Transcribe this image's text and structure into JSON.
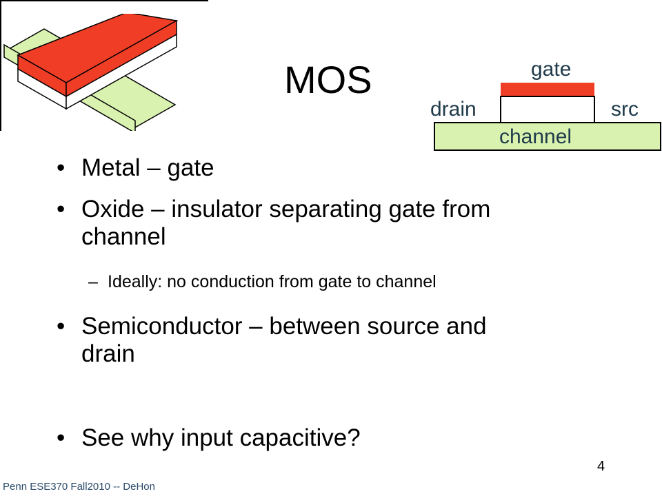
{
  "slide": {
    "title": "MOS",
    "bullets": [
      "Metal – gate",
      "Oxide – insulator separating gate from channel",
      "Semiconductor – between source and drain",
      "See why input capacitive?"
    ],
    "bullet_lines": {
      "b2_line1": "Oxide – insulator separating gate from",
      "b2_line2": "channel",
      "b3_line1": "Semiconductor – between source and",
      "b3_line2": "drain"
    },
    "sub_bullet": "Ideally:  no conduction from gate to channel",
    "bullet_glyph": "•",
    "dash_glyph": "–"
  },
  "diagram": {
    "gate_label": "gate",
    "drain_label": "drain",
    "src_label": "src",
    "channel_label": "channel"
  },
  "colors": {
    "gate_red": "#ef3d26",
    "channel_green": "#d9f2b0",
    "outline": "#000000"
  },
  "footer": {
    "text": "Penn ESE370 Fall2010 -- DeHon",
    "page_number": "4"
  }
}
